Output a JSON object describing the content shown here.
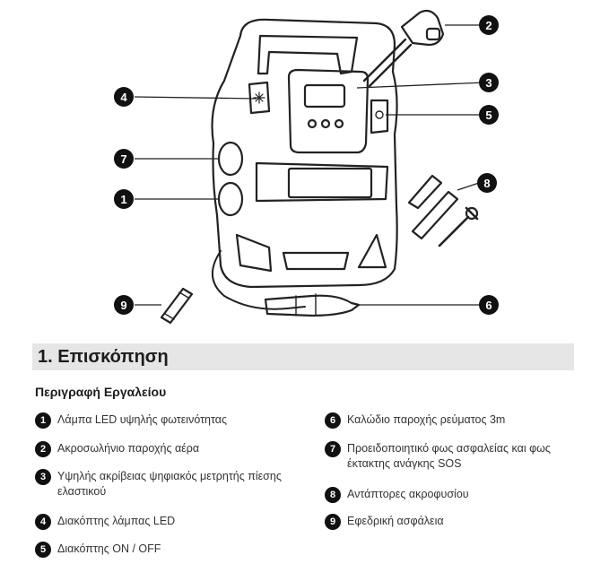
{
  "callouts": [
    {
      "n": "1"
    },
    {
      "n": "2"
    },
    {
      "n": "3"
    },
    {
      "n": "4"
    },
    {
      "n": "5"
    },
    {
      "n": "6"
    },
    {
      "n": "7"
    },
    {
      "n": "8"
    },
    {
      "n": "9"
    }
  ],
  "section": {
    "title": "1. Επισκόπηση",
    "subtitle": "Περιγραφή Εργαλείου"
  },
  "legend": {
    "left": [
      {
        "num": "1",
        "text": "Λάμπα LED υψηλής φωτεινότητας"
      },
      {
        "num": "2",
        "text": "Ακροσωλήνιο παροχής αέρα"
      },
      {
        "num": "3",
        "text": "Υψηλής ακρίβειας ψηφιακός μετρητής πίεσης ελαστικού"
      },
      {
        "num": "4",
        "text": "Διακόπτης λάμπας LED"
      },
      {
        "num": "5",
        "text": "Διακόπτης ON / OFF"
      }
    ],
    "right": [
      {
        "num": "6",
        "text": "Καλώδιο παροχής ρεύματος 3m"
      },
      {
        "num": "7",
        "text": "Προειδοποιητικό φως ασφαλείας και φως έκτακτης ανάγκης SOS"
      },
      {
        "num": "8",
        "text": "Αντάπτορες ακροφυσίου"
      },
      {
        "num": "9",
        "text": "Εφεδρική ασφάλεια"
      }
    ]
  }
}
